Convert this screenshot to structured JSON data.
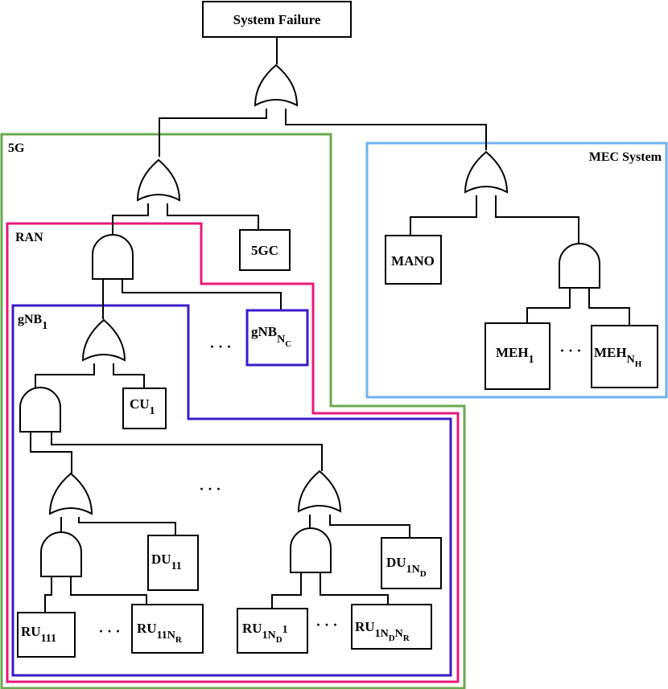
{
  "colors": {
    "region_5g": "#6aa84f",
    "region_mec": "#6fb3f0",
    "region_ran": "#e6197a",
    "region_gnb": "#3b1bc8"
  },
  "regions": {
    "fiveg": "5G",
    "mec": "MEC System",
    "ran": "RAN",
    "gnb": {
      "base": "gNB",
      "sub": "1"
    }
  },
  "events": {
    "top": "System Failure",
    "core": "5GC",
    "mano": "MANO",
    "cu": {
      "base": "CU",
      "sub": "1"
    },
    "gnb_nc": {
      "base": "gNB",
      "sub": "N",
      "subsub": "C"
    },
    "meh1": {
      "base": "MEH",
      "sub": "1"
    },
    "mehnh": {
      "base": "MEH",
      "sub": "N",
      "subsub": "H"
    },
    "du11": {
      "base": "DU",
      "sub": "11"
    },
    "du1nd": {
      "base": "DU",
      "sub": "1N",
      "subsub": "D"
    },
    "ru111": {
      "base": "RU",
      "sub": "111"
    },
    "ru11nr": {
      "base": "RU",
      "sub": "11N",
      "subsub": "R"
    },
    "ru1nd1": {
      "base": "RU",
      "sub": "1N",
      "subsub": "D",
      "tail": "1"
    },
    "ru1ndnr": {
      "base": "RU",
      "sub": "1N",
      "subsub": "D",
      "tail": "N",
      "tailsub": "R"
    }
  },
  "ellipsis": "· · ·"
}
